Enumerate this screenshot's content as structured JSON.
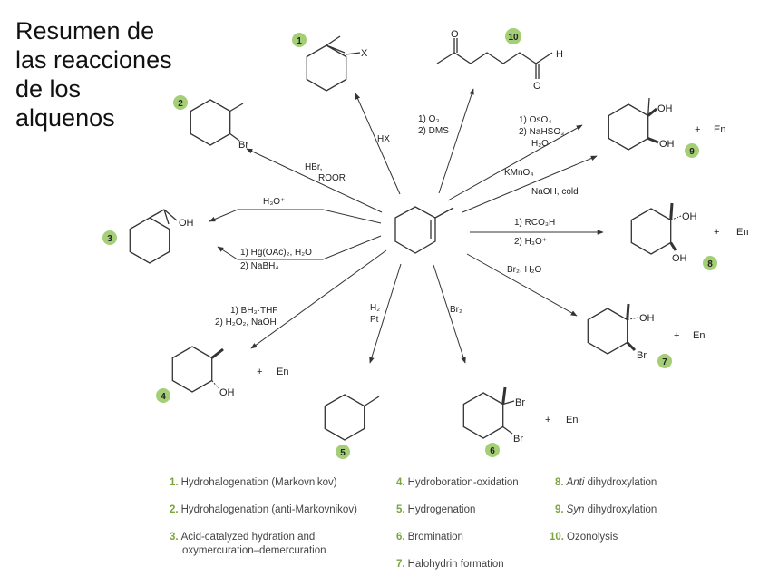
{
  "title": [
    "Resumen de",
    "las reacciones",
    "de los",
    "alquenos"
  ],
  "reagents": {
    "hx": "HX",
    "hbr_roor": [
      "HBr,",
      "ROOR"
    ],
    "h3o": "H₃O⁺",
    "hg": [
      "1) Hg(OAc)₂, H₂O",
      "2) NaBH₄"
    ],
    "bh3": [
      "1) BH₃·THF",
      "2) H₂O₂, NaOH"
    ],
    "h2pt": [
      "H₂",
      "Pt"
    ],
    "br2": "Br₂",
    "ozone": [
      "1) O₃",
      "2) DMS"
    ],
    "oso4": [
      "1) OsO₄",
      "2) NaHSO₃",
      "H₂O"
    ],
    "kmno4": [
      "KMnO₄",
      "NaOH, cold"
    ],
    "rco3h": [
      "1) RCO₃H",
      "2) H₃O⁺"
    ],
    "br2h2o": "Br₂, H₂O"
  },
  "atoms": {
    "x": "X",
    "br": "Br",
    "oh": "OH",
    "h": "H",
    "o": "O",
    "en": "En",
    "plus": "+"
  },
  "badges": [
    "1",
    "2",
    "3",
    "4",
    "5",
    "6",
    "7",
    "8",
    "9",
    "10"
  ],
  "legend": [
    {
      "num": "1.",
      "text": "Hydrohalogenation (Markovnikov)"
    },
    {
      "num": "2.",
      "text": "Hydrohalogenation (anti-Markovnikov)"
    },
    {
      "num": "3.",
      "text": "Acid-catalyzed hydration and",
      "text2": "oxymercuration–demercuration"
    },
    {
      "num": "4.",
      "text": "Hydroboration-oxidation"
    },
    {
      "num": "5.",
      "text": "Hydrogenation"
    },
    {
      "num": "6.",
      "text": "Bromination"
    },
    {
      "num": "7.",
      "text": "Halohydrin formation"
    },
    {
      "num": "8.",
      "italic": "Anti",
      "text": " dihydroxylation"
    },
    {
      "num": "9.",
      "italic": "Syn",
      "text": " dihydroxylation"
    },
    {
      "num": "10.",
      "text": "Ozonolysis"
    }
  ],
  "colors": {
    "badge": "#a5cf77",
    "legend_number": "#7aa53f",
    "line": "#333333"
  }
}
